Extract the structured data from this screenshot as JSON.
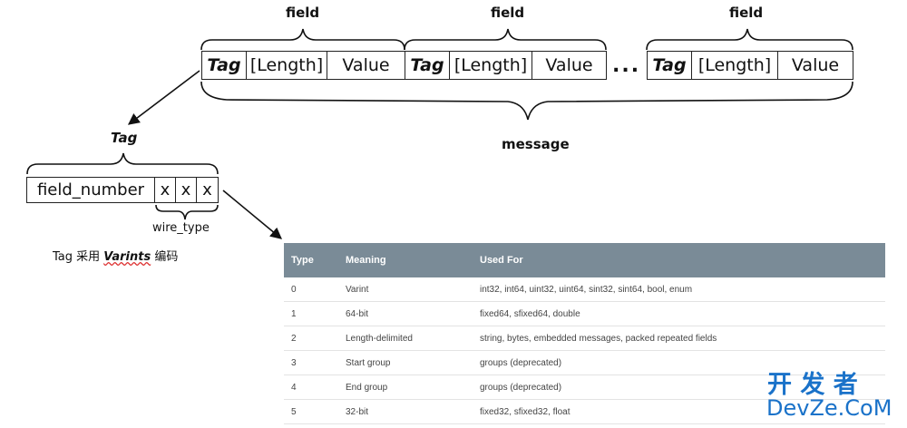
{
  "labels": {
    "field": [
      "field",
      "field",
      "field"
    ],
    "message": "message",
    "tag_heading": "Tag",
    "wire_type": "wire_type",
    "ellipsis": "..."
  },
  "message_row": {
    "groups": [
      {
        "tag": "Tag",
        "length": "[Length]",
        "value": "Value"
      },
      {
        "tag": "Tag",
        "length": "[Length]",
        "value": "Value"
      },
      {
        "tag": "Tag",
        "length": "[Length]",
        "value": "Value"
      }
    ]
  },
  "tag_row": {
    "field_number": "field_number",
    "bits": [
      "x",
      "x",
      "x"
    ]
  },
  "note": {
    "prefix": "Tag 采用 ",
    "varints": "Varints",
    "suffix": " 编码"
  },
  "table": {
    "headers": [
      "Type",
      "Meaning",
      "Used For"
    ],
    "rows": [
      [
        "0",
        "Varint",
        "int32, int64, uint32, uint64, sint32, sint64, bool, enum"
      ],
      [
        "1",
        "64-bit",
        "fixed64, sfixed64, double"
      ],
      [
        "2",
        "Length-delimited",
        "string, bytes, embedded messages, packed repeated fields"
      ],
      [
        "3",
        "Start group",
        "groups (deprecated)"
      ],
      [
        "4",
        "End group",
        "groups (deprecated)"
      ],
      [
        "5",
        "32-bit",
        "fixed32, sfixed32, float"
      ]
    ],
    "header_color": "#7a8b97"
  },
  "watermark": {
    "cn": "开 发 者",
    "en": "DevZe.CoM",
    "color": "#1a72c9"
  }
}
